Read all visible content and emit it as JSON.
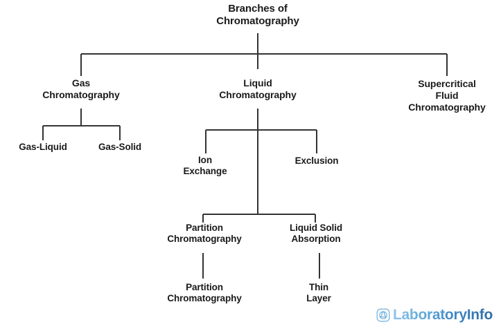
{
  "diagram": {
    "title": "Branches of Chromatography",
    "background_color": "#ffffff",
    "line_color": "#333333",
    "text_color": "#1a1a1a",
    "nodes": {
      "root": "Branches of\nChromatography",
      "gas": "Gas\nChromatography",
      "liquid": "Liquid\nChromatography",
      "supercritical": "Supercritical\nFluid\nChromatography",
      "gas_liquid": "Gas-Liquid",
      "gas_solid": "Gas-Solid",
      "ion_exchange": "Ion\nExchange",
      "exclusion": "Exclusion",
      "partition": "Partition\nChromatography",
      "liquid_solid": "Liquid Solid\nAbsorption",
      "partition_chromatography": "Partition\nChromatography",
      "thin_layer": "Thin\nLayer"
    }
  },
  "branding": {
    "name": "LaboratoryInfo",
    "gradient_start": "#8fc3e8",
    "gradient_end": "#2f6ca8",
    "mark_color": "#7ab6e0"
  }
}
